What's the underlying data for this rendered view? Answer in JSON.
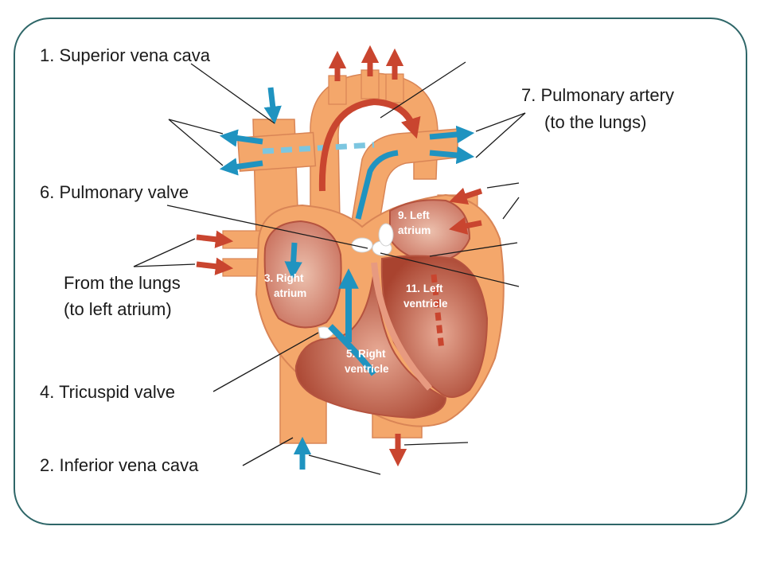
{
  "labels": {
    "superior_vena_cava": "1. Superior vena cava",
    "inferior_vena_cava": "2. Inferior vena cava",
    "right_atrium_line1": "3. Right",
    "right_atrium_line2": "atrium",
    "tricuspid_valve": "4. Tricuspid valve",
    "right_ventricle_line1": "5. Right",
    "right_ventricle_line2": "ventricle",
    "pulmonary_valve": "6. Pulmonary valve",
    "pulmonary_artery_line1": "7. Pulmonary artery",
    "pulmonary_artery_line2": "(to the lungs)",
    "left_atrium_line1": "9. Left",
    "left_atrium_line2": "atrium",
    "left_ventricle_line1": "11. Left",
    "left_ventricle_line2": "ventricle",
    "from_lungs_line1": "From the lungs",
    "from_lungs_line2": "(to left atrium)"
  },
  "colors": {
    "frame_border": "#2e6668",
    "heart_outer": "#f4a76b",
    "heart_chamber": "#d98a79",
    "heart_chamber_dark": "#b5533f",
    "deoxygenated_arrow": "#1f93c0",
    "oxygenated_arrow": "#c9452f"
  }
}
